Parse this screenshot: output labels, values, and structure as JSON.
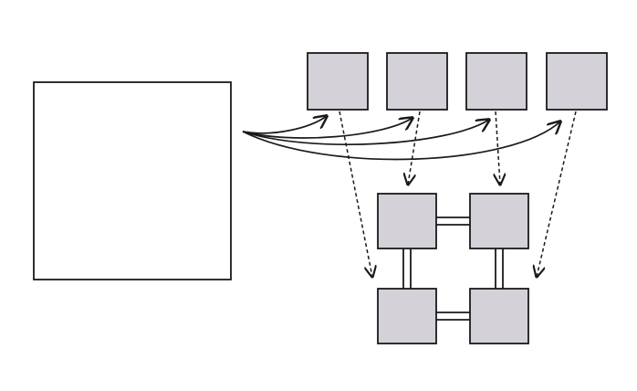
{
  "diagram": {
    "colors": {
      "background": "#ffffff",
      "stroke": "#1a1a1a",
      "box_fill": "#d4d2d8",
      "source_fill": "#ffffff"
    },
    "source": {
      "id": "source-box"
    },
    "pieces": [
      {
        "id": "piece-1"
      },
      {
        "id": "piece-2"
      },
      {
        "id": "piece-3"
      },
      {
        "id": "piece-4"
      }
    ],
    "grid": [
      {
        "id": "grid-top-left"
      },
      {
        "id": "grid-top-right"
      },
      {
        "id": "grid-bottom-left"
      },
      {
        "id": "grid-bottom-right"
      }
    ],
    "solid_arrows": [
      {
        "from": "source-box",
        "to": "piece-1",
        "style": "solid"
      },
      {
        "from": "source-box",
        "to": "piece-2",
        "style": "solid"
      },
      {
        "from": "source-box",
        "to": "piece-3",
        "style": "solid"
      },
      {
        "from": "source-box",
        "to": "piece-4",
        "style": "solid"
      }
    ],
    "dashed_arrows": [
      {
        "from": "piece-1",
        "to": "grid-bottom-left",
        "style": "dashed"
      },
      {
        "from": "piece-2",
        "to": "grid-top-left",
        "style": "dashed"
      },
      {
        "from": "piece-3",
        "to": "grid-top-right",
        "style": "dashed"
      },
      {
        "from": "piece-4",
        "to": "grid-bottom-right",
        "style": "dashed"
      }
    ],
    "links": [
      {
        "between": [
          "grid-top-left",
          "grid-top-right"
        ]
      },
      {
        "between": [
          "grid-bottom-left",
          "grid-bottom-right"
        ]
      },
      {
        "between": [
          "grid-top-left",
          "grid-bottom-left"
        ]
      },
      {
        "between": [
          "grid-top-right",
          "grid-bottom-right"
        ]
      }
    ]
  }
}
